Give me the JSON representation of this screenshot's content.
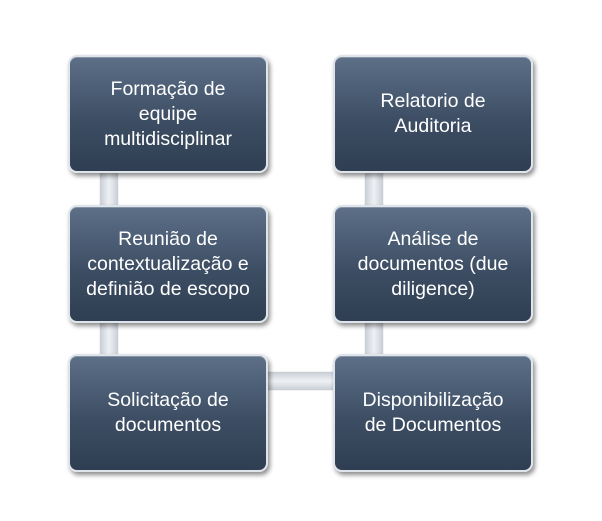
{
  "diagram": {
    "boxes": {
      "formacao": "Formação de\nequipe\nmultidisciplinar",
      "reuniao": "Reunião de\ncontextualização e\ndefinião de escopo",
      "solicitacao": "Solicitação de\ndocumentos",
      "relatorio": "Relatorio de\nAuditoria",
      "analise": "Análise de\ndocumentos (due\ndiligence)",
      "disponibilizacao": "Disponibilização\nde Documentos"
    },
    "colors": {
      "box_fill_top": "#5d7088",
      "box_fill_bottom": "#2f3e52",
      "box_border": "#dfe4ea",
      "connector": "#dde1e6",
      "text": "#ffffff"
    }
  }
}
